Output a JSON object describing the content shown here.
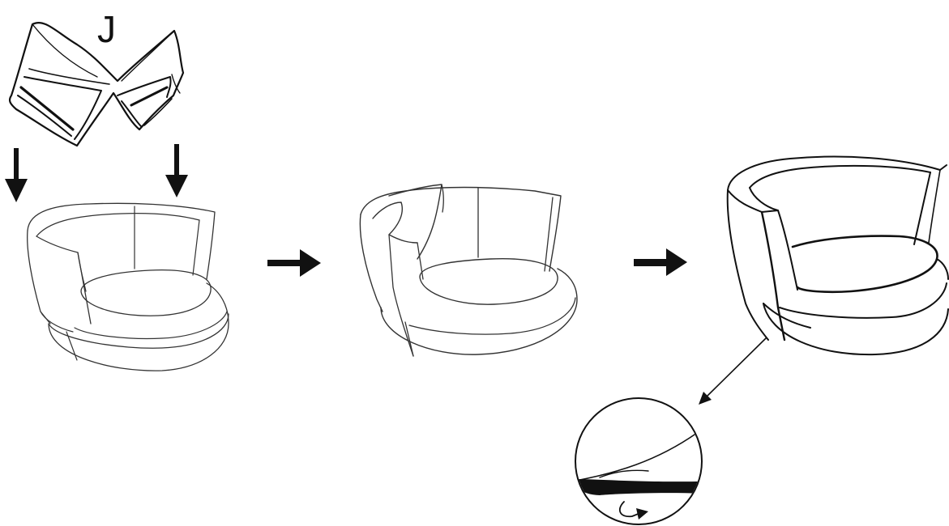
{
  "diagram": {
    "part_label": "J",
    "steps": [
      {
        "name": "step-1-place-cover"
      },
      {
        "name": "step-2-pull-over"
      },
      {
        "name": "step-3-finished"
      }
    ],
    "detail": {
      "name": "tuck-detail"
    }
  },
  "colors": {
    "ink": "#111111",
    "background": "#ffffff"
  },
  "icons": [
    "arrow-down-icon",
    "arrow-right-icon",
    "curved-arrow-icon",
    "leader-arrow-icon"
  ]
}
